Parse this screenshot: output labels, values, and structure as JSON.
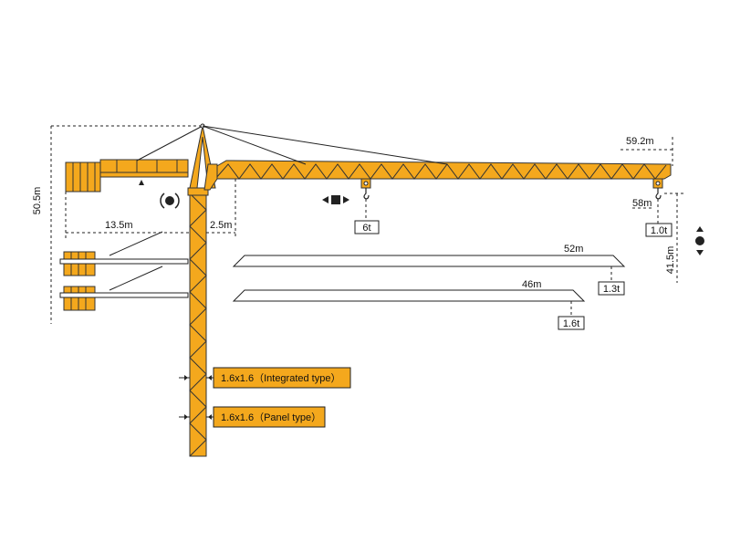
{
  "dimensions": {
    "height_total": "50.5m",
    "counter_jib": "13.5m",
    "mast_offset": "2.5m",
    "jib_length": "59.2m",
    "tip_radius": "58m",
    "hook_height": "41.5m",
    "alt_jib_1": "52m",
    "alt_jib_2": "46m"
  },
  "loads": {
    "max_load": "6t",
    "tip_load": "1.0t",
    "alt_tip_1": "1.3t",
    "alt_tip_2": "1.6t"
  },
  "mast_sections": [
    {
      "label": "1.6x1.6（Integrated type）"
    },
    {
      "label": "1.6x1.6（Panel type）"
    }
  ],
  "colors": {
    "crane": "#f4a81d",
    "line": "#222222"
  }
}
